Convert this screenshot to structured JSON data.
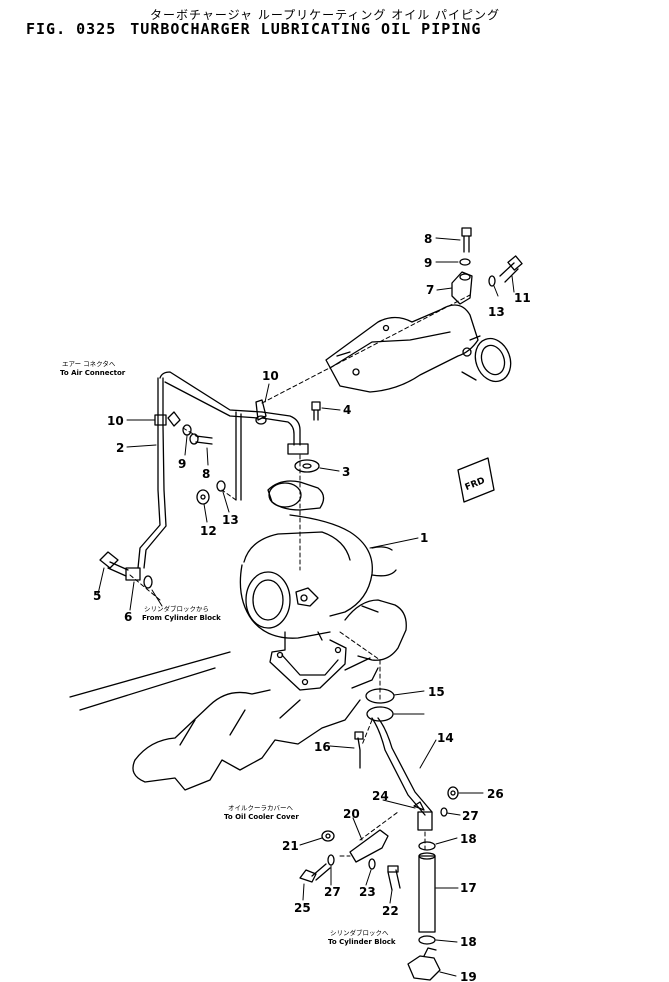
{
  "header": {
    "japanese_title": "ターボチャージャ ループリケーティング オイル パイピング",
    "figure_number": "FIG. 0325",
    "figure_title": "TURBOCHARGER LUBRICATING OIL PIPING"
  },
  "notes": {
    "to_air_connector_jp": "エアー コネクタへ",
    "to_air_connector_en": "To Air Connector",
    "from_cylinder_block_jp": "シリンダブロックから",
    "from_cylinder_block_en": "From Cylinder Block",
    "to_oil_cooler_cover_jp": "オイルクーラカバーへ",
    "to_oil_cooler_cover_en": "To Oil Cooler Cover",
    "to_cylinder_block_jp": "シリンダブロックへ",
    "to_cylinder_block_en": "To Cylinder Block"
  },
  "frd_tag": "FRD",
  "callouts": [
    "1",
    "2",
    "3",
    "4",
    "5",
    "6",
    "7",
    "8",
    "9",
    "10",
    "11",
    "12",
    "13",
    "14",
    "15",
    "16",
    "17",
    "18",
    "19",
    "20",
    "21",
    "22",
    "23",
    "24",
    "25",
    "26",
    "27"
  ],
  "callout_labels": {
    "c8_top": "8",
    "c9_top": "9",
    "c7": "7",
    "c11": "11",
    "c13_top": "13",
    "c10_left": "10",
    "c10_mid": "10",
    "c2": "2",
    "c9_mid": "9",
    "c8_mid": "8",
    "c4": "4",
    "c3": "3",
    "c12": "12",
    "c13_mid": "13",
    "c1": "1",
    "c5": "5",
    "c6": "6",
    "c15": "15",
    "c16": "16",
    "c14": "14",
    "c26": "26",
    "c24": "24",
    "c27_right": "27",
    "c20": "20",
    "c18_top": "18",
    "c21": "21",
    "c17": "17",
    "c27_left": "27",
    "c23": "23",
    "c25": "25",
    "c22": "22",
    "c18_bottom": "18",
    "c19": "19"
  }
}
